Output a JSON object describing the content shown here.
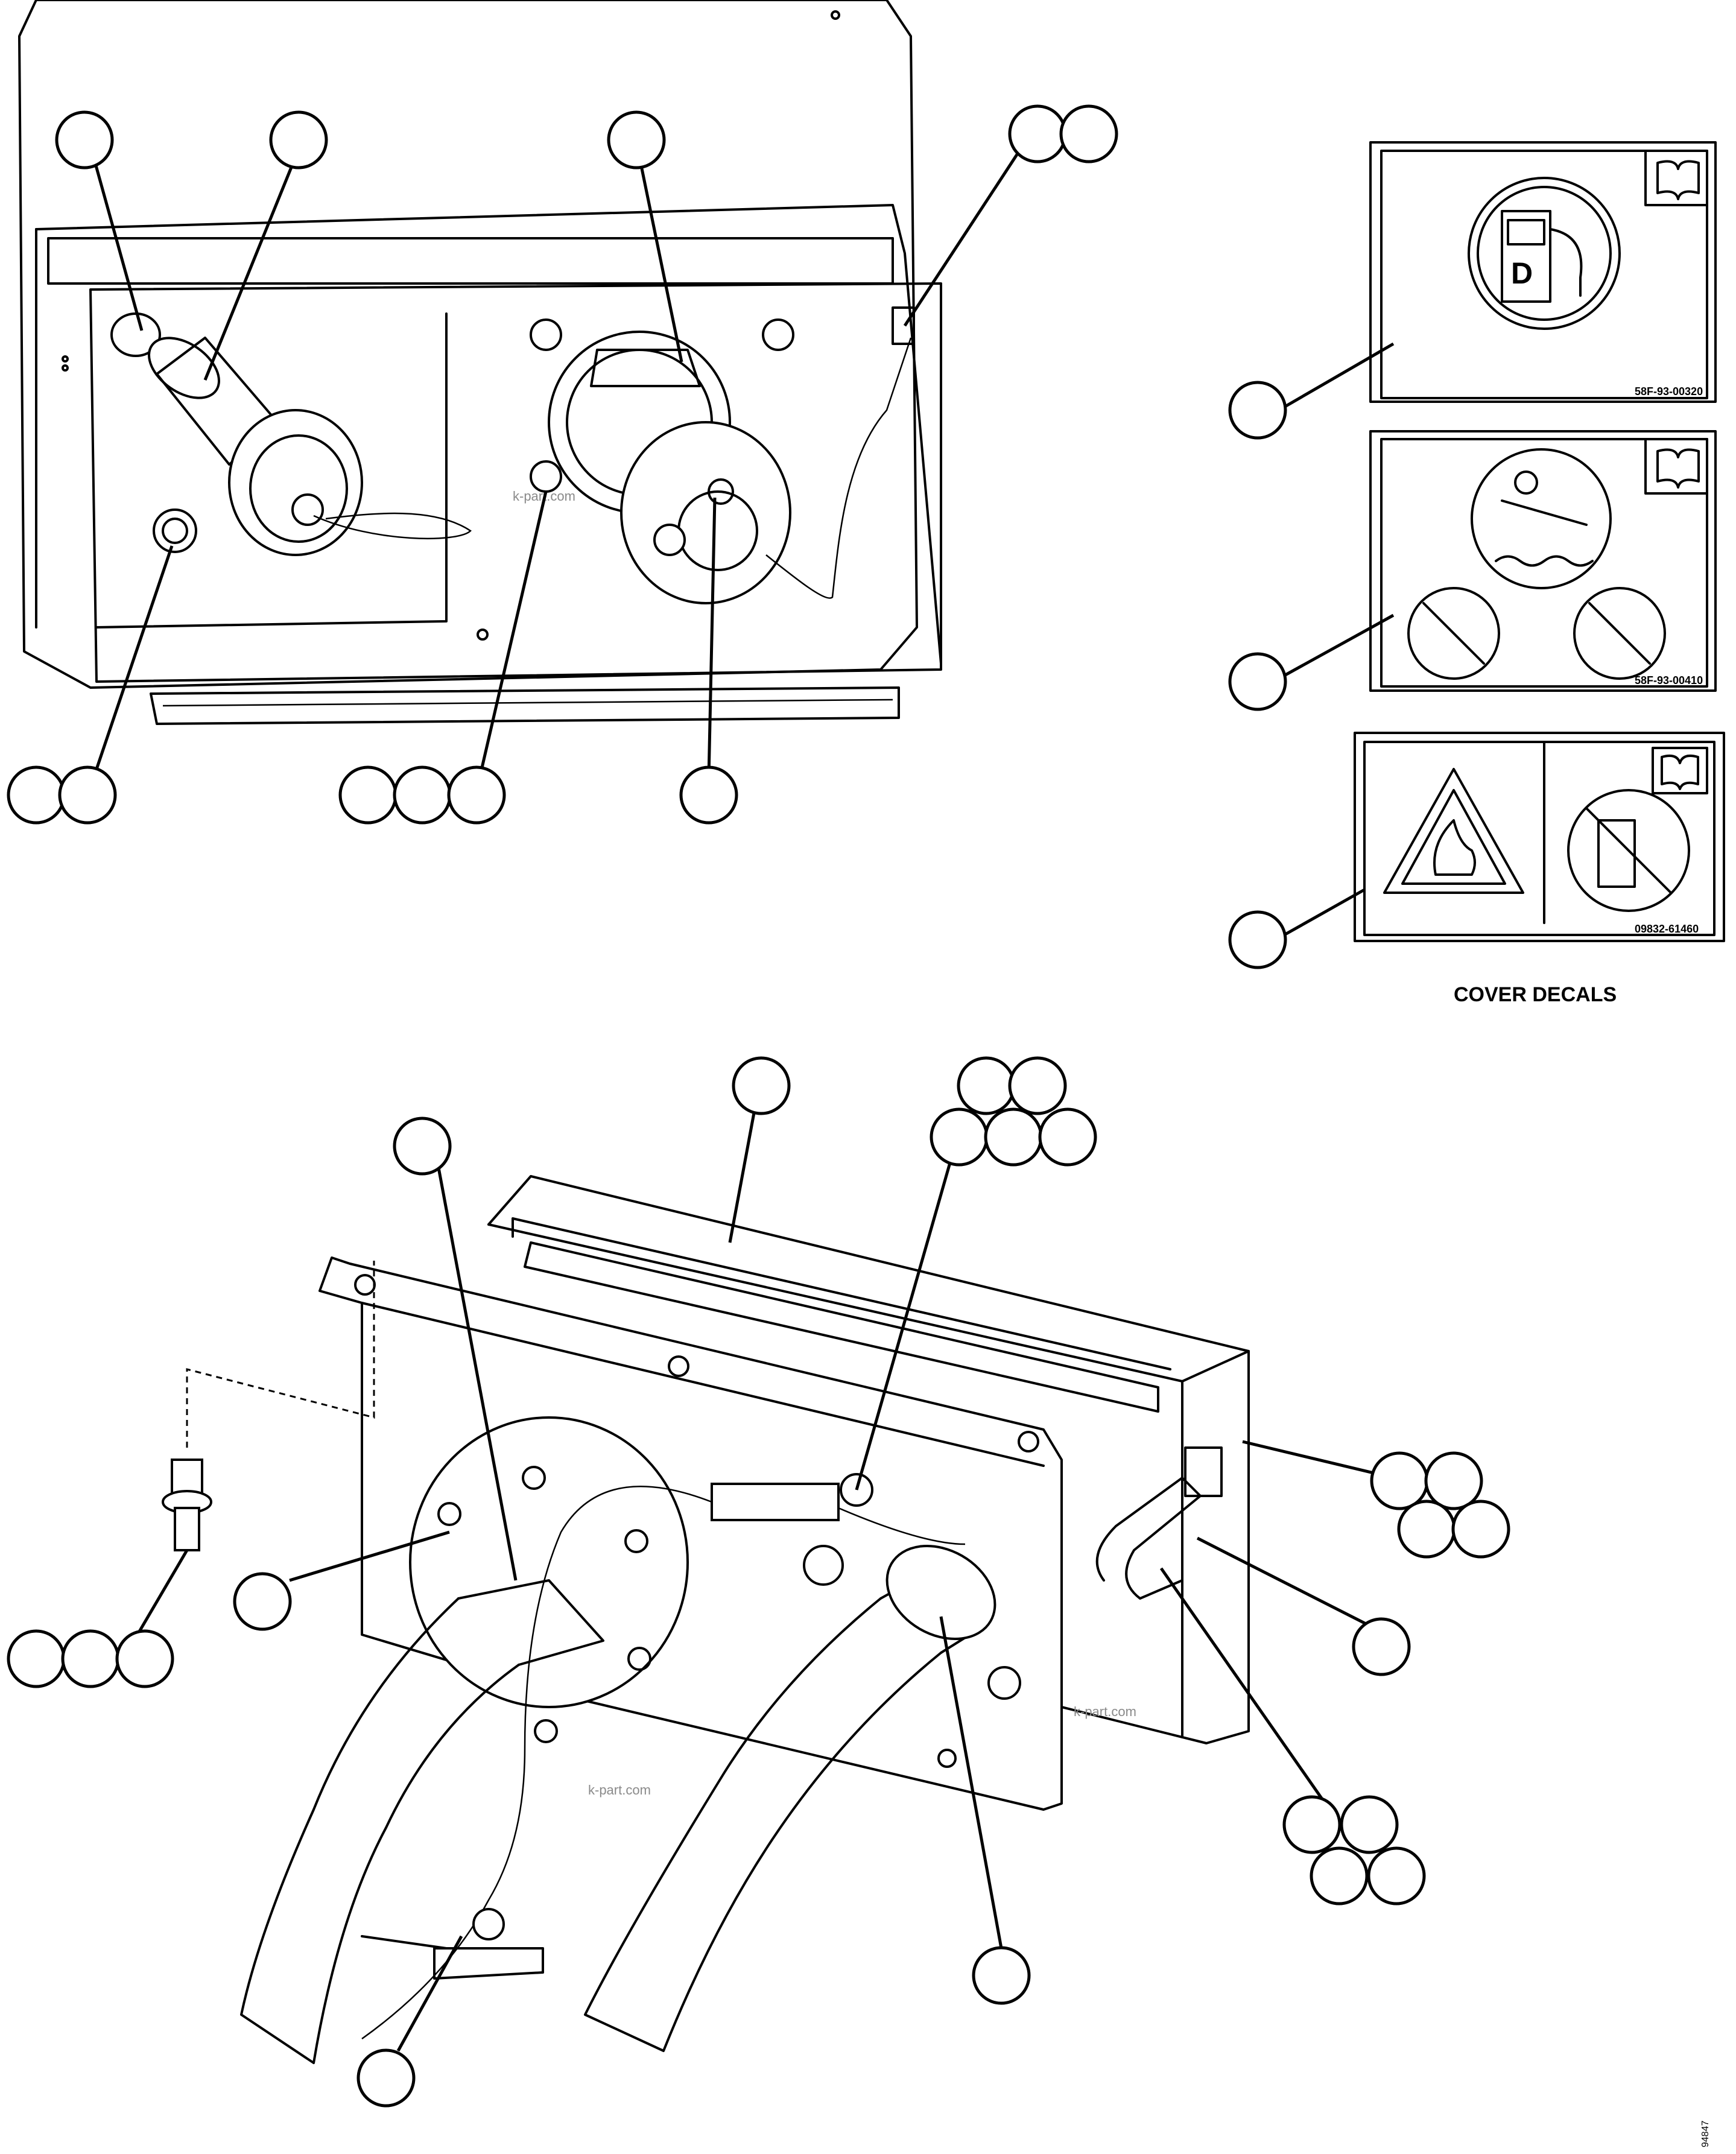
{
  "diagram": {
    "cover_decals_caption": "COVER DECALS",
    "figure_number": "94847",
    "watermark": "k-part.com",
    "decals": [
      {
        "code": "58F-93-00320",
        "icons": [
          "manual-book-icon",
          "diesel-pump-icon"
        ]
      },
      {
        "code": "58F-93-00410",
        "icons": [
          "manual-book-icon",
          "water-drain-icon",
          "no-dirt-icon",
          "no-water-in-fuel-icon"
        ]
      },
      {
        "code": "09832-61460",
        "icons": [
          "manual-book-icon",
          "flammable-warning-icon",
          "no-fuel-pump-icon"
        ]
      }
    ],
    "callout_bubbles_count": 36
  }
}
